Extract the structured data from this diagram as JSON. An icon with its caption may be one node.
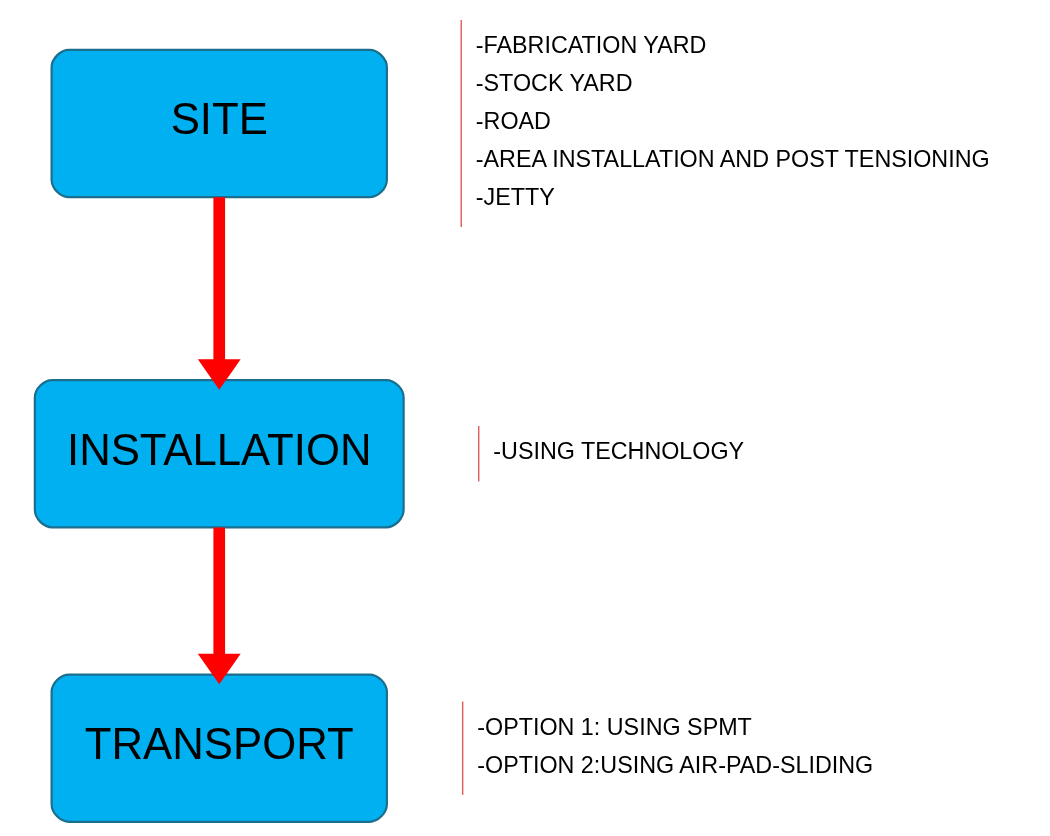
{
  "diagram": {
    "nodes": [
      {
        "text": [
          "SITE"
        ],
        "beside": [
          "-FABRICATION YARD",
          "-STOCK YARD",
          "-ROAD",
          "-AREA INSTALLATION AND POST TENSIONING",
          "-JETTY"
        ]
      },
      {
        "text": [
          "INSTALLATION"
        ],
        "beside": [
          "-USING TECHNOLOGY"
        ]
      },
      {
        "text": [
          "TRANSPORT"
        ],
        "beside": [
          "-OPTION 1: USING SPMT",
          "-OPTION 2:USING AIR-PAD-SLIDING"
        ]
      }
    ],
    "edges": [
      {
        "from": 0,
        "to": 1,
        "arrow": "to"
      },
      {
        "from": 1,
        "to": 2,
        "arrow": "to"
      }
    ]
  }
}
